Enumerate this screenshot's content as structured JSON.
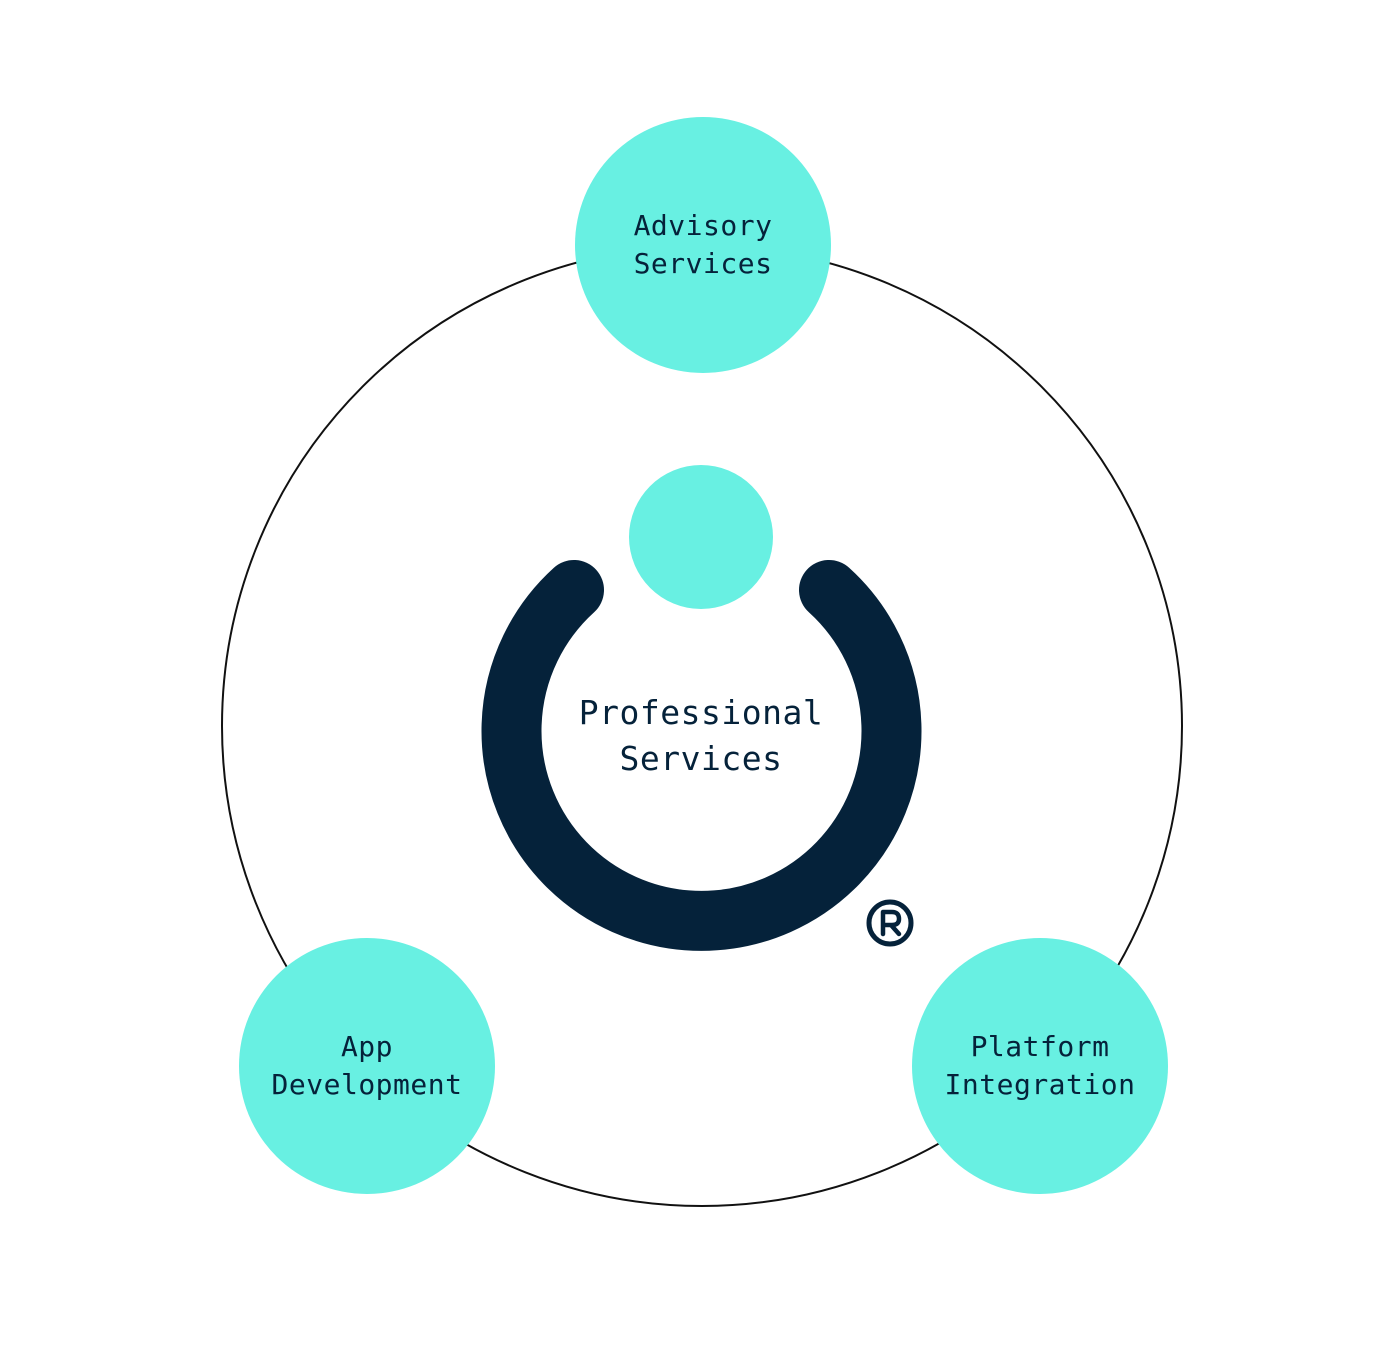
{
  "diagram": {
    "colors": {
      "accent": "#68f0e2",
      "dark": "#05223a",
      "ring_outline": "#111111",
      "background": "#ffffff"
    },
    "center": {
      "line1": "Professional",
      "line2": "Services",
      "logo_icon": "power-ring-icon",
      "trademark": "registered-trademark-icon"
    },
    "nodes": [
      {
        "id": "advisory",
        "line1": "Advisory",
        "line2": "Services"
      },
      {
        "id": "app",
        "line1": "App",
        "line2": "Development"
      },
      {
        "id": "platform",
        "line1": "Platform",
        "line2": "Integration"
      }
    ]
  }
}
